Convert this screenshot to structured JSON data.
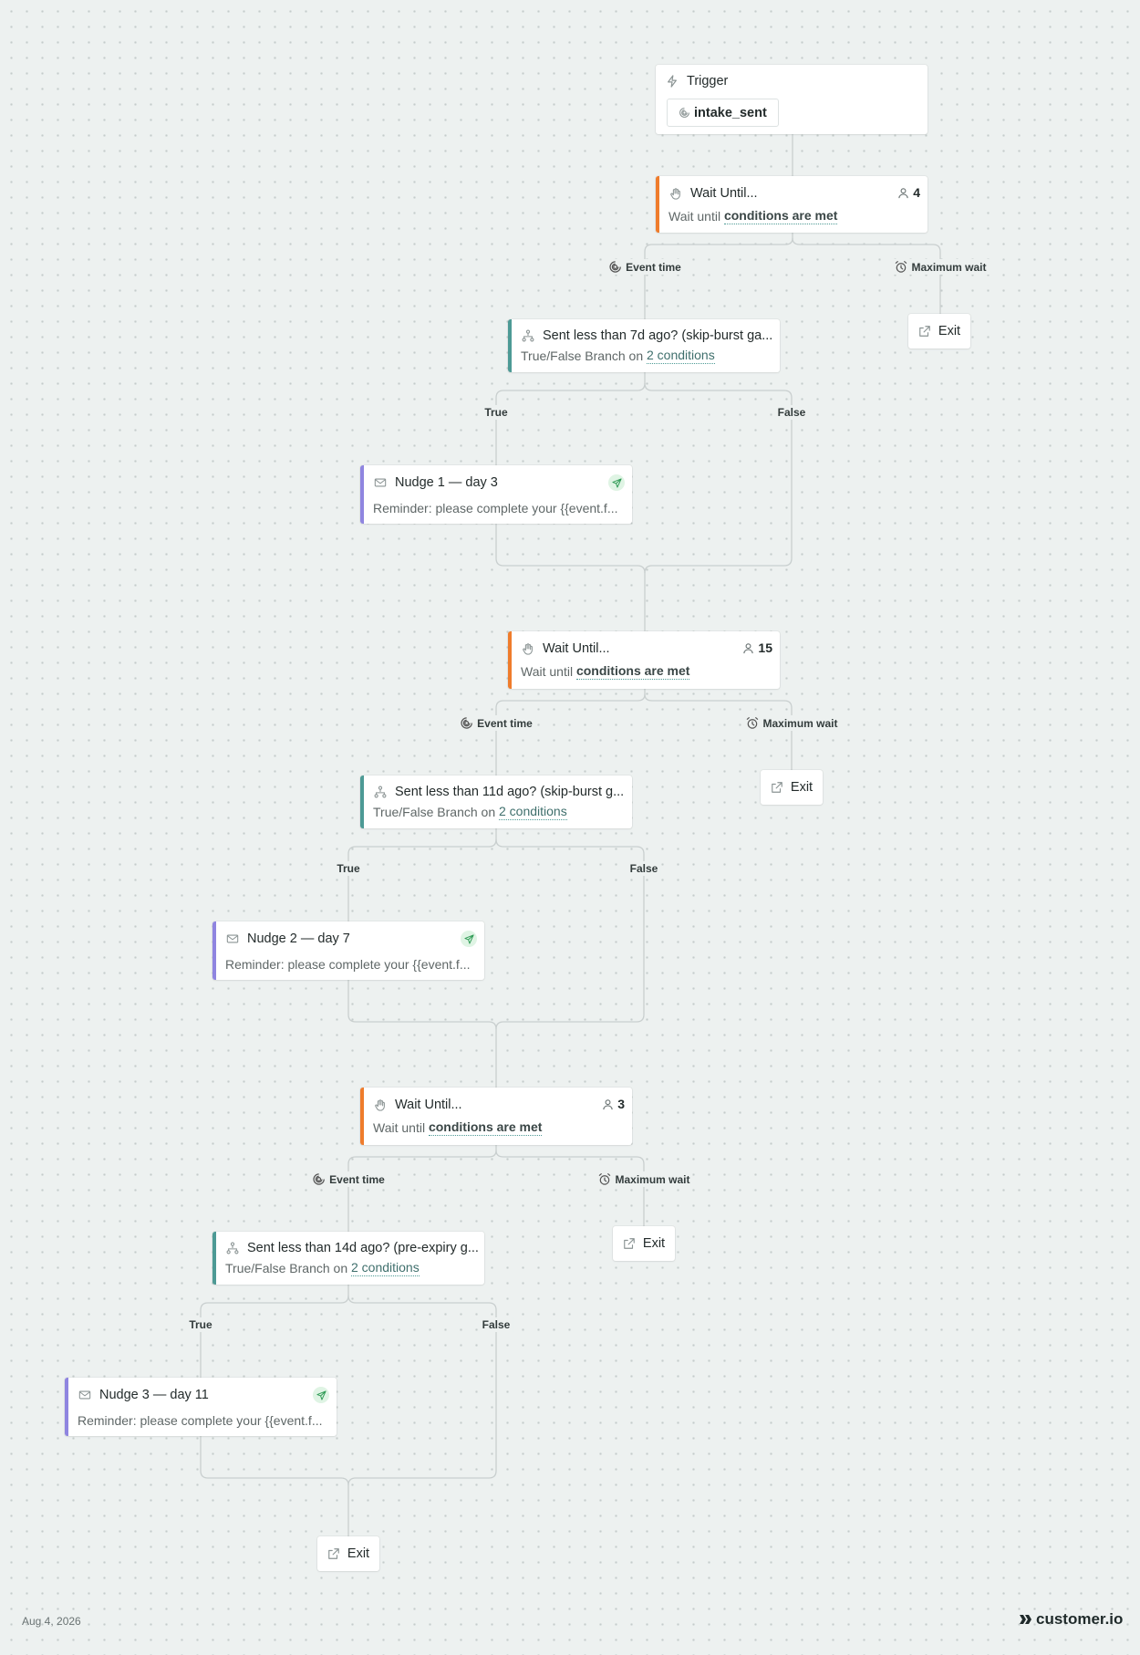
{
  "trigger": {
    "label": "Trigger",
    "event": "intake_sent"
  },
  "waits": [
    {
      "title": "Wait Until...",
      "sub_prefix": "Wait until",
      "sub_link": "conditions are met",
      "count": "4"
    },
    {
      "title": "Wait Until...",
      "sub_prefix": "Wait until",
      "sub_link": "conditions are met",
      "count": "15"
    },
    {
      "title": "Wait Until...",
      "sub_prefix": "Wait until",
      "sub_link": "conditions are met",
      "count": "3"
    }
  ],
  "branches": [
    {
      "title": "Sent less than 7d ago? (skip-burst ga...",
      "sub_prefix": "True/False Branch on",
      "sub_link": "2 conditions"
    },
    {
      "title": "Sent less than 11d ago? (skip-burst g...",
      "sub_prefix": "True/False Branch on",
      "sub_link": "2 conditions"
    },
    {
      "title": "Sent less than 14d ago? (pre-expiry g...",
      "sub_prefix": "True/False Branch on",
      "sub_link": "2 conditions"
    }
  ],
  "nudges": [
    {
      "title": "Nudge 1 — day 3",
      "preview": "Reminder: please complete your {{event.f..."
    },
    {
      "title": "Nudge 2 — day 7",
      "preview": "Reminder: please complete your {{event.f..."
    },
    {
      "title": "Nudge 3 — day 11",
      "preview": "Reminder: please complete your {{event.f..."
    }
  ],
  "edge_labels": {
    "event_time": "Event time",
    "maximum_wait": "Maximum wait",
    "true": "True",
    "false": "False"
  },
  "exit_label": "Exit",
  "footer": {
    "date": "Aug 4, 2026",
    "brand": "customer.io"
  },
  "colors": {
    "wait_accent": "#ef7c2c",
    "branch_accent": "#4d9a95",
    "email_accent": "#8f85e0",
    "send_badge": "#dff4e4"
  },
  "icons": {
    "trigger": "lightning-icon",
    "event": "event-signal-icon",
    "wait": "hand-stop-icon",
    "people": "person-icon",
    "branch": "branch-icon",
    "email": "envelope-icon",
    "send": "paper-plane-icon",
    "alarm": "alarm-clock-icon",
    "exit": "exit-arrow-icon"
  }
}
